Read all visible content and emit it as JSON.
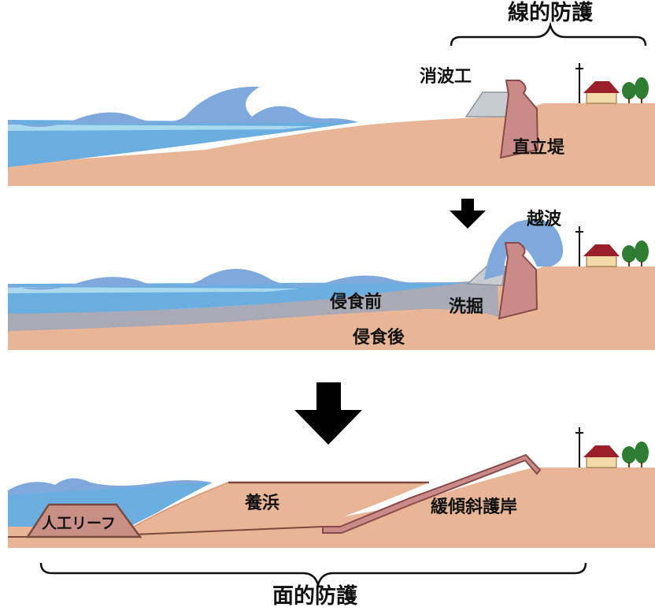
{
  "labels": {
    "linear_protection": "線的防護",
    "wave_dissipating_block": "消波工",
    "upright_seawall": "直立堤",
    "overtopping": "越波",
    "before_erosion": "侵食前",
    "scouring": "洗掘",
    "after_erosion": "侵食後",
    "beach_nourishment": "養浜",
    "gentle_slope_revetment": "緩傾斜護岸",
    "artificial_reef": "人工リーフ",
    "area_protection": "面的防護"
  },
  "colors": {
    "water": "#6aaee0",
    "water_light": "#a9d9ee",
    "wave": "#7fa9dc",
    "sand": "#e8b697",
    "sand_line": "#d99f7d",
    "wall": "#c98a88",
    "wall_line": "#8a4a4a",
    "block": "#c7ccd2",
    "scour": "#a9aab5",
    "reef": "#c98f86",
    "reef_line": "#7a4a3c",
    "house_wall": "#f4d9a8",
    "house_roof": "#9a1f2b",
    "tree": "#2e7d32",
    "arrow": "#000000"
  }
}
